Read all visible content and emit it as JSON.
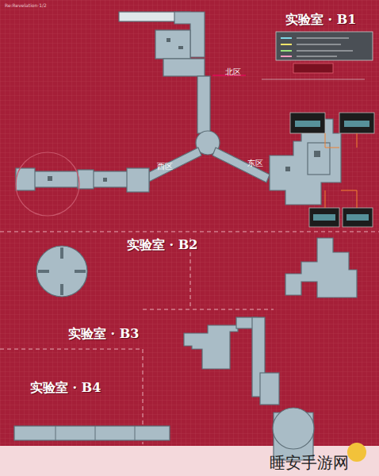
{
  "diagram": {
    "labels": [
      "Re:Revelation·1/2",
      "实验室 · B1",
      "北区",
      "西区",
      "东区",
      "实验室 · B2",
      "实验室 · B3",
      "实验室 · B4",
      "睡安手游网"
    ]
  }
}
